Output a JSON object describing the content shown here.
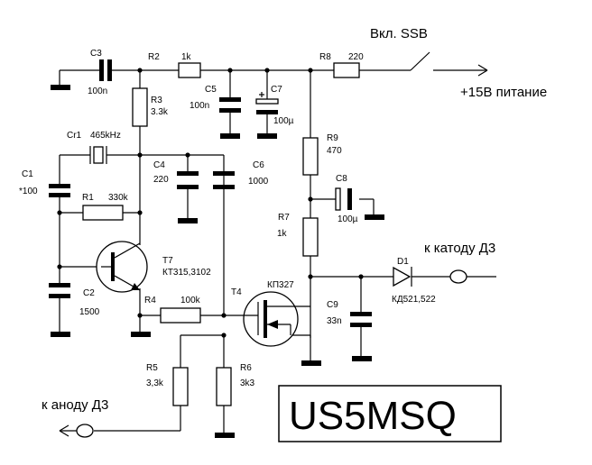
{
  "title": "US5MSQ",
  "notes": {
    "ssb_switch": "Вкл. SSB",
    "supply": "+15В питание",
    "to_cathode": "к катоду Д3",
    "to_anode": "к аноду Д3"
  },
  "parts": {
    "R2": {
      "ref": "R2",
      "value": "1k"
    },
    "R3": {
      "ref": "R3",
      "value": "3.3k"
    },
    "R8": {
      "ref": "R8",
      "value": "220"
    },
    "R9": {
      "ref": "R9",
      "value": "470"
    },
    "R1": {
      "ref": "R1",
      "value": "330k"
    },
    "R7": {
      "ref": "R7",
      "value": "1k"
    },
    "R4": {
      "ref": "R4",
      "value": "100k"
    },
    "R5": {
      "ref": "R5",
      "value": "3,3k"
    },
    "R6": {
      "ref": "R6",
      "value": "3k3"
    },
    "C3": {
      "ref": "C3",
      "value": "100n"
    },
    "C5": {
      "ref": "C5",
      "value": "100n"
    },
    "C7": {
      "ref": "C7",
      "value": "100µ"
    },
    "C4": {
      "ref": "C4",
      "value": "220"
    },
    "C6": {
      "ref": "C6",
      "value": "1000"
    },
    "C8": {
      "ref": "C8",
      "value": "100µ"
    },
    "C1": {
      "ref": "C1",
      "value": "*100"
    },
    "C2": {
      "ref": "C2",
      "value": "1500"
    },
    "C9": {
      "ref": "C9",
      "value": "33n"
    },
    "Cr1": {
      "ref": "Cr1",
      "value": "465kHz"
    },
    "T7": {
      "ref": "T7",
      "value": "КТ315,3102"
    },
    "T4": {
      "ref": "T4",
      "value": "КП327"
    },
    "D1": {
      "ref": "D1",
      "value": "КД521,522"
    }
  }
}
